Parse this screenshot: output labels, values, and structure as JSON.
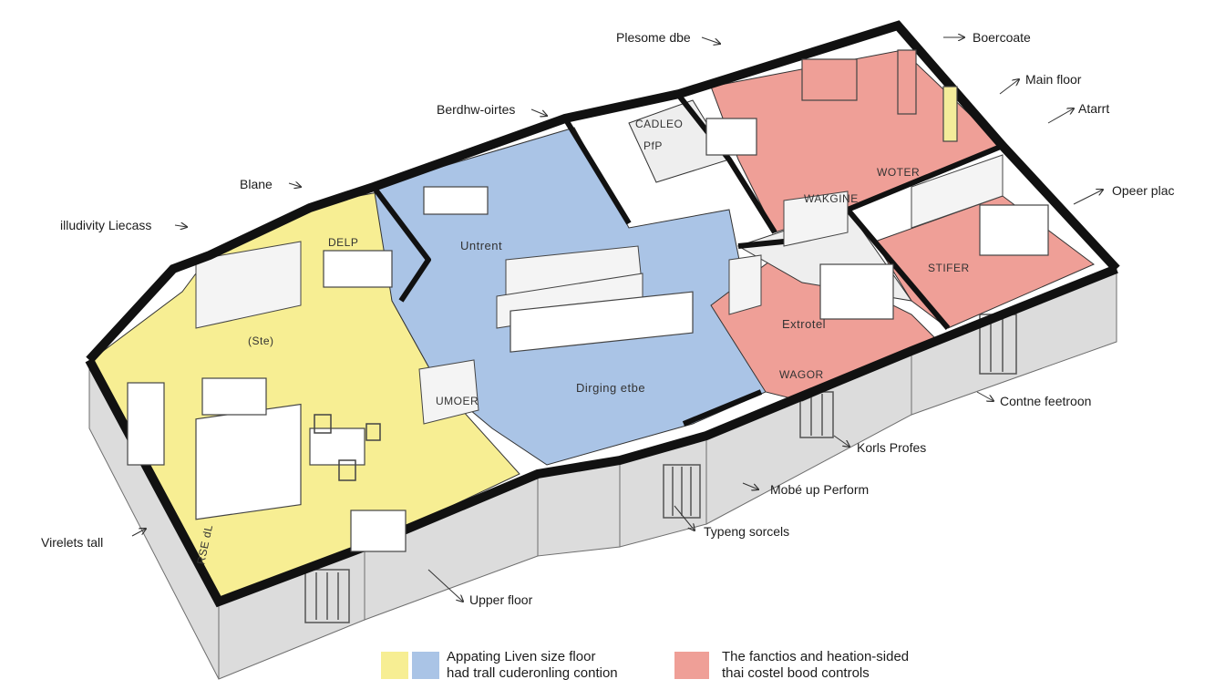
{
  "colors": {
    "yellow_zone": "#f7ee93",
    "blue_zone": "#aac4e6",
    "red_zone": "#ef9f97",
    "walls": "#111111",
    "wall_face": "#dcdcdc"
  },
  "rooms": {
    "delp": "DELP",
    "ste": "(Ste)",
    "untrent": "Untrent",
    "dirging": "Dirging etbe",
    "umoer": "UMOER",
    "cadleo": "CADLEO",
    "pfp": "PfP",
    "wakgine": "WAKGINE",
    "woter": "WOTER",
    "stifer": "STIFER",
    "extrotel": "Extrotel",
    "wagor": "WAGOR",
    "rsetdl": "RSE dL"
  },
  "callouts": {
    "plesome_dbe": "Plesome dbe",
    "boercoate": "Boercoate",
    "main_floor": "Main floor",
    "atarrt": "Atarrt",
    "berdhw_oirtes": "Berdhw-oirtes",
    "blane": "Blane",
    "illudivity": "illudivity Liecass",
    "opeer_plac": "Opeer plac",
    "contne_feetroon": "Contne feetroon",
    "korls_profes": "Korls Profes",
    "mobe_up_perform": "Mobé up Perform",
    "typeng_sorcels": "Typeng sorcels",
    "virelets_tall": "Virelets tall",
    "upper_floor": "Upper floor"
  },
  "legend": [
    {
      "colors": [
        "#f7ee93",
        "#aac4e6"
      ],
      "line1": "Appating Liven size floor",
      "line2": "had trall cuderonling contion"
    },
    {
      "colors": [
        "#ef9f97"
      ],
      "line1": "The fanctios and heation-sided",
      "line2": "thai costel bood controls"
    }
  ]
}
